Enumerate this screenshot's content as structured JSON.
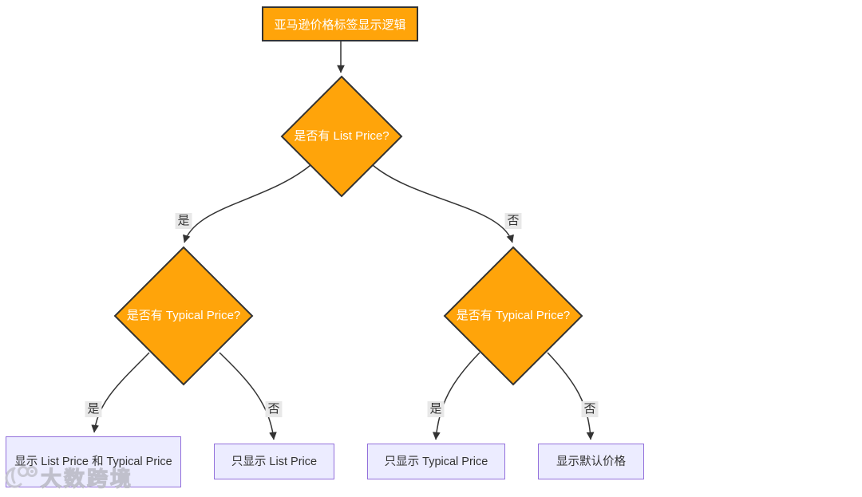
{
  "diagram": {
    "title": "亚马逊价格标签显示逻辑",
    "decisions": {
      "root": "是否有 List Price?",
      "left": "是否有 Typical Price?",
      "right": "是否有 Typical Price?"
    },
    "outcomes": {
      "both": "显示 List Price 和 Typical Price",
      "list_only": "只显示 List Price",
      "typical_only": "只显示 Typical Price",
      "default_price": "显示默认价格"
    },
    "edge_labels": {
      "root_yes": "是",
      "root_no": "否",
      "left_yes": "是",
      "left_no": "否",
      "right_yes": "是",
      "right_no": "否"
    },
    "colors": {
      "decision_fill": "#FFA40A",
      "decision_stroke": "#333333",
      "outcome_fill": "#ECECFF",
      "outcome_stroke": "#9370DB",
      "edge_color": "#333333",
      "edge_label_bg": "#E8E8E8"
    },
    "watermark": {
      "text": "大数跨境"
    }
  }
}
